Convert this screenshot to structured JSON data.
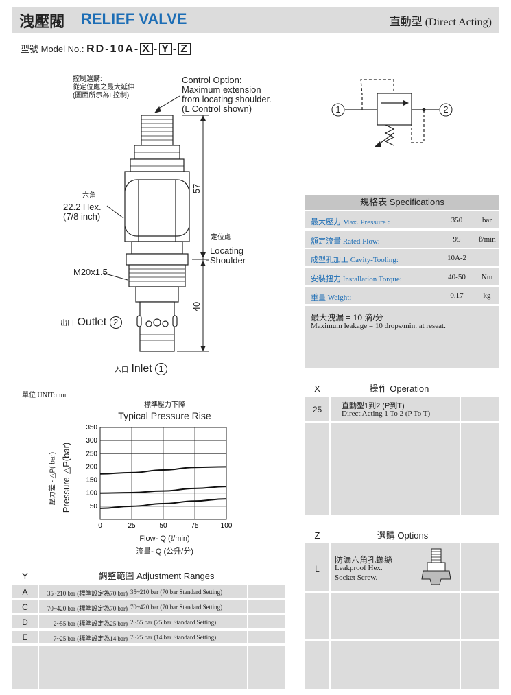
{
  "header": {
    "title_zh": "洩壓閥",
    "title_en": "RELIEF VALVE",
    "subtitle": "直動型 (Direct Acting)"
  },
  "model": {
    "prefix": "型號 Model No.:",
    "code": "RD-10A-",
    "x": "X",
    "y": "Y",
    "z": "Z",
    "sep": "-"
  },
  "drawing": {
    "control_zh_1": "控制選購:",
    "control_zh_2": "從定位處之最大延伸",
    "control_zh_3": "(圖面所示為L控制)",
    "control_en_1": "Control Option:",
    "control_en_2": "Maximum extension",
    "control_en_3": "from locating shoulder.",
    "control_en_4": "(L Control shown)",
    "hex_zh": "六角",
    "hex_en_1": "22.2 Hex.",
    "hex_en_2": "(7/8 inch)",
    "thread": "M20x1.5",
    "dim_57": "57",
    "dim_40": "40",
    "locating_zh": "定位處",
    "locating_en_1": "Locating",
    "locating_en_2": "Shoulder",
    "outlet_zh": "出口",
    "outlet_en": "Outlet",
    "outlet_num": "2",
    "inlet_zh": "入口",
    "inlet_en": "Inlet",
    "inlet_num": "1",
    "unit": "單位 UNIT:mm"
  },
  "symbol": {
    "port1": "1",
    "port2": "2"
  },
  "specs": {
    "title": "規格表 Specifications",
    "rows": [
      {
        "label": "最大壓力 Max. Pressure :",
        "value": "350",
        "unit": "bar"
      },
      {
        "label": "額定流量 Rated Flow:",
        "value": "95",
        "unit": "ℓ/min"
      },
      {
        "label": "成型孔加工 Cavity-Tooling:",
        "value": "10A-2",
        "unit": ""
      },
      {
        "label": "安裝扭力 Installation Torque:",
        "value": "40-50",
        "unit": "Nm"
      },
      {
        "label": "重量 Weight:",
        "value": "0.17",
        "unit": "kg"
      }
    ],
    "leak_zh": "最大洩漏 = 10 滴/分",
    "leak_en": "Maximum leakage = 10 drops/min. at reseat."
  },
  "operation": {
    "col": "X",
    "title": "操作 Operation",
    "code": "25",
    "text_zh": "直動型1到2 (P到T)",
    "text_en": "Direct Acting 1 To 2 (P To T)"
  },
  "options": {
    "col": "Z",
    "title": "選購 Options",
    "code": "L",
    "text_1": "防漏六角孔螺絲",
    "text_2": "Leakproof Hex.",
    "text_3": "Socket Screw."
  },
  "chart_data": {
    "type": "line",
    "title_zh": "標準壓力下降",
    "title": "Typical Pressure Rise",
    "ylabel_zh": "壓力差 - △P( bar)",
    "ylabel": "Pressure-△P(bar)",
    "xlabel": "Flow- Q (ℓ/min)",
    "xlabel_zh": "流量- Q (公升/分)",
    "xlim": [
      0,
      100
    ],
    "ylim": [
      0,
      350
    ],
    "xticks": [
      0,
      25,
      50,
      75,
      100
    ],
    "yticks": [
      50,
      100,
      150,
      200,
      250,
      300,
      350
    ],
    "grid": true,
    "series": [
      {
        "x": [
          0,
          25,
          50,
          75,
          100
        ],
        "values": [
          173,
          178,
          188,
          198,
          200
        ]
      },
      {
        "x": [
          0,
          25,
          50,
          75,
          100
        ],
        "values": [
          100,
          102,
          108,
          118,
          125
        ]
      },
      {
        "x": [
          0,
          25,
          50,
          75,
          100
        ],
        "values": [
          42,
          50,
          60,
          70,
          78
        ]
      }
    ]
  },
  "adjustment": {
    "col": "Y",
    "title": "調整範圍 Adjustment Ranges",
    "rows": [
      {
        "code": "A",
        "zh": "35~210 bar (標準設定為70 bar)",
        "en": "35~210  bar (70 bar Standard Setting)"
      },
      {
        "code": "C",
        "zh": "70~420 bar (標準設定為70 bar)",
        "en": "70~420  bar (70 bar Standard Setting)"
      },
      {
        "code": "D",
        "zh": "2~55 bar (標準設定為25 bar)",
        "en": "2~55  bar (25 bar Standard Setting)"
      },
      {
        "code": "E",
        "zh": "7~25 bar (標準設定為14 bar)",
        "en": "7~25  bar (14 bar Standard Setting)"
      }
    ]
  }
}
